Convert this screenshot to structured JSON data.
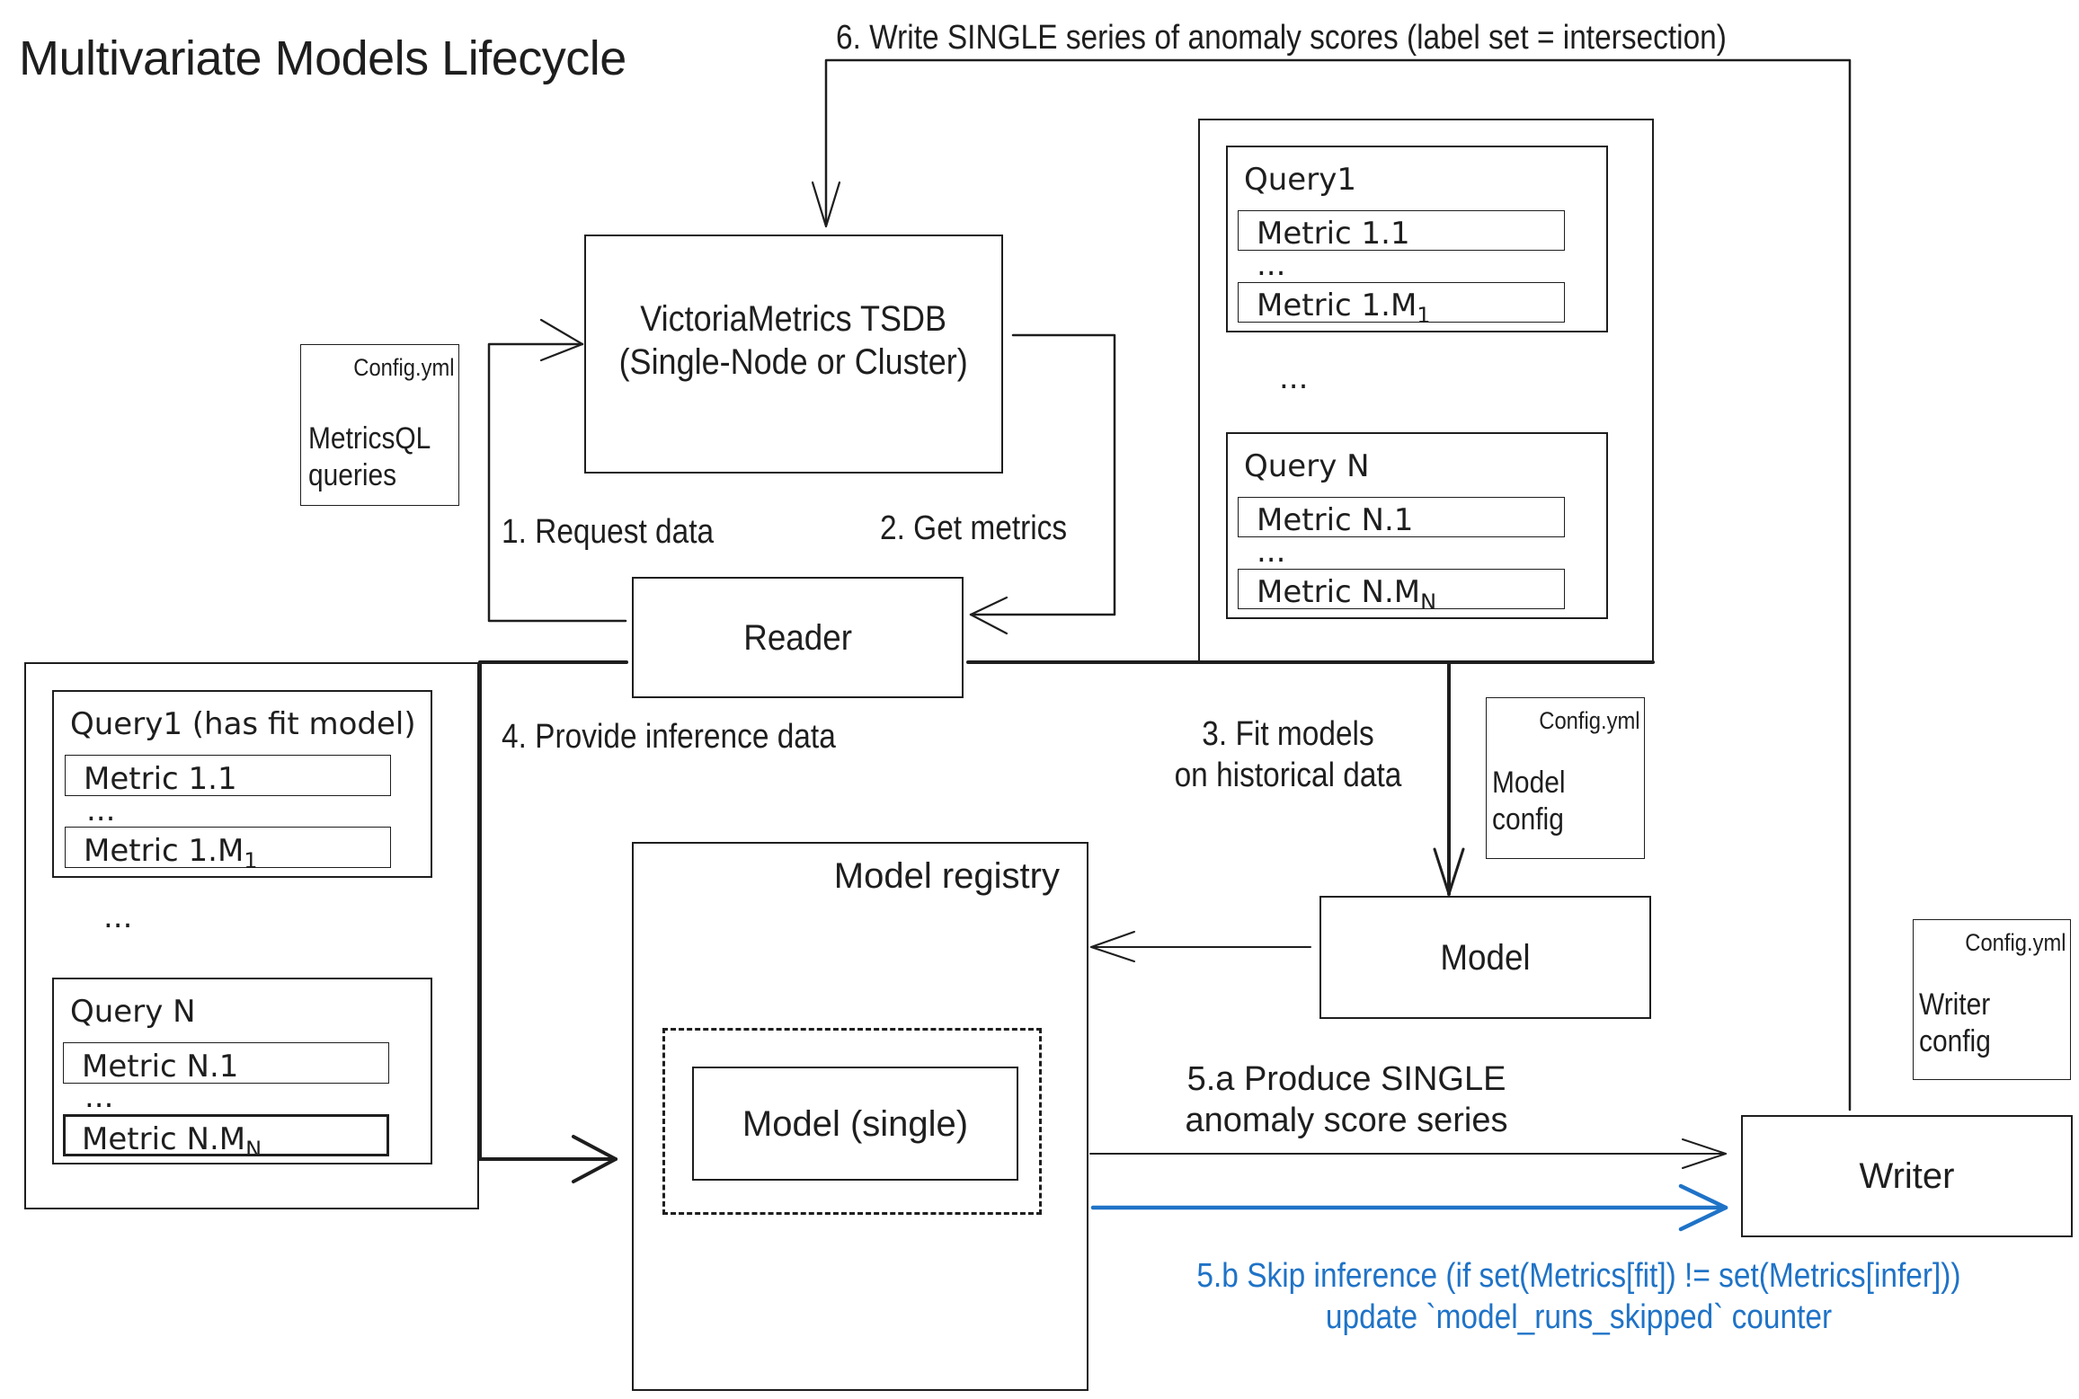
{
  "title": "Multivariate Models Lifecycle",
  "steps": {
    "step1": "1. Request data",
    "step2": "2. Get metrics",
    "step3_line1": "3. Fit models",
    "step3_line2": "on historical data",
    "step4": "4. Provide inference data",
    "step5a_line1": "5.a Produce SINGLE",
    "step5a_line2": "anomaly score series",
    "step5b_line1": "5.b Skip inference (if set(Metrics[fit]) != set(Metrics[infer]))",
    "step5b_line2": "update `model_runs_skipped` counter",
    "step6": "6. Write SINGLE series of anomaly scores (label set = intersection)"
  },
  "nodes": {
    "tsdb_line1": "VictoriaMetrics TSDB",
    "tsdb_line2": "(Single-Node or Cluster)",
    "reader": "Reader",
    "model": "Model",
    "model_registry": "Model registry",
    "model_single": "Model (single)",
    "writer": "Writer"
  },
  "configs": {
    "reader_config": {
      "file": "Config.yml",
      "line1": "MetricsQL",
      "line2": "queries"
    },
    "model_config": {
      "file": "Config.yml",
      "line1": "Model",
      "line2": "config"
    },
    "writer_config": {
      "file": "Config.yml",
      "line1": "Writer",
      "line2": "config"
    }
  },
  "historical_panel": {
    "queries": [
      {
        "title": "Query1",
        "metrics": [
          {
            "name": "Metric 1.1",
            "sub": ""
          },
          {
            "name": "Metric 1.M",
            "sub": "1"
          }
        ]
      },
      {
        "title": "Query N",
        "metrics": [
          {
            "name": "Metric N.1",
            "sub": ""
          },
          {
            "name": "Metric N.M",
            "sub": "N"
          }
        ]
      }
    ],
    "ellipsis": "..."
  },
  "inference_panel": {
    "queries": [
      {
        "title": "Query1 (has fit model)",
        "metrics": [
          {
            "name": "Metric 1.1",
            "sub": ""
          },
          {
            "name": "Metric 1.M",
            "sub": "1"
          }
        ]
      },
      {
        "title": "Query N",
        "metrics": [
          {
            "name": "Metric N.1",
            "sub": ""
          },
          {
            "name": "Metric N.M",
            "sub": "N"
          }
        ]
      }
    ],
    "ellipsis": "..."
  },
  "colors": {
    "ink": "#1e1e1e",
    "skip_path": "#1f73c7"
  }
}
